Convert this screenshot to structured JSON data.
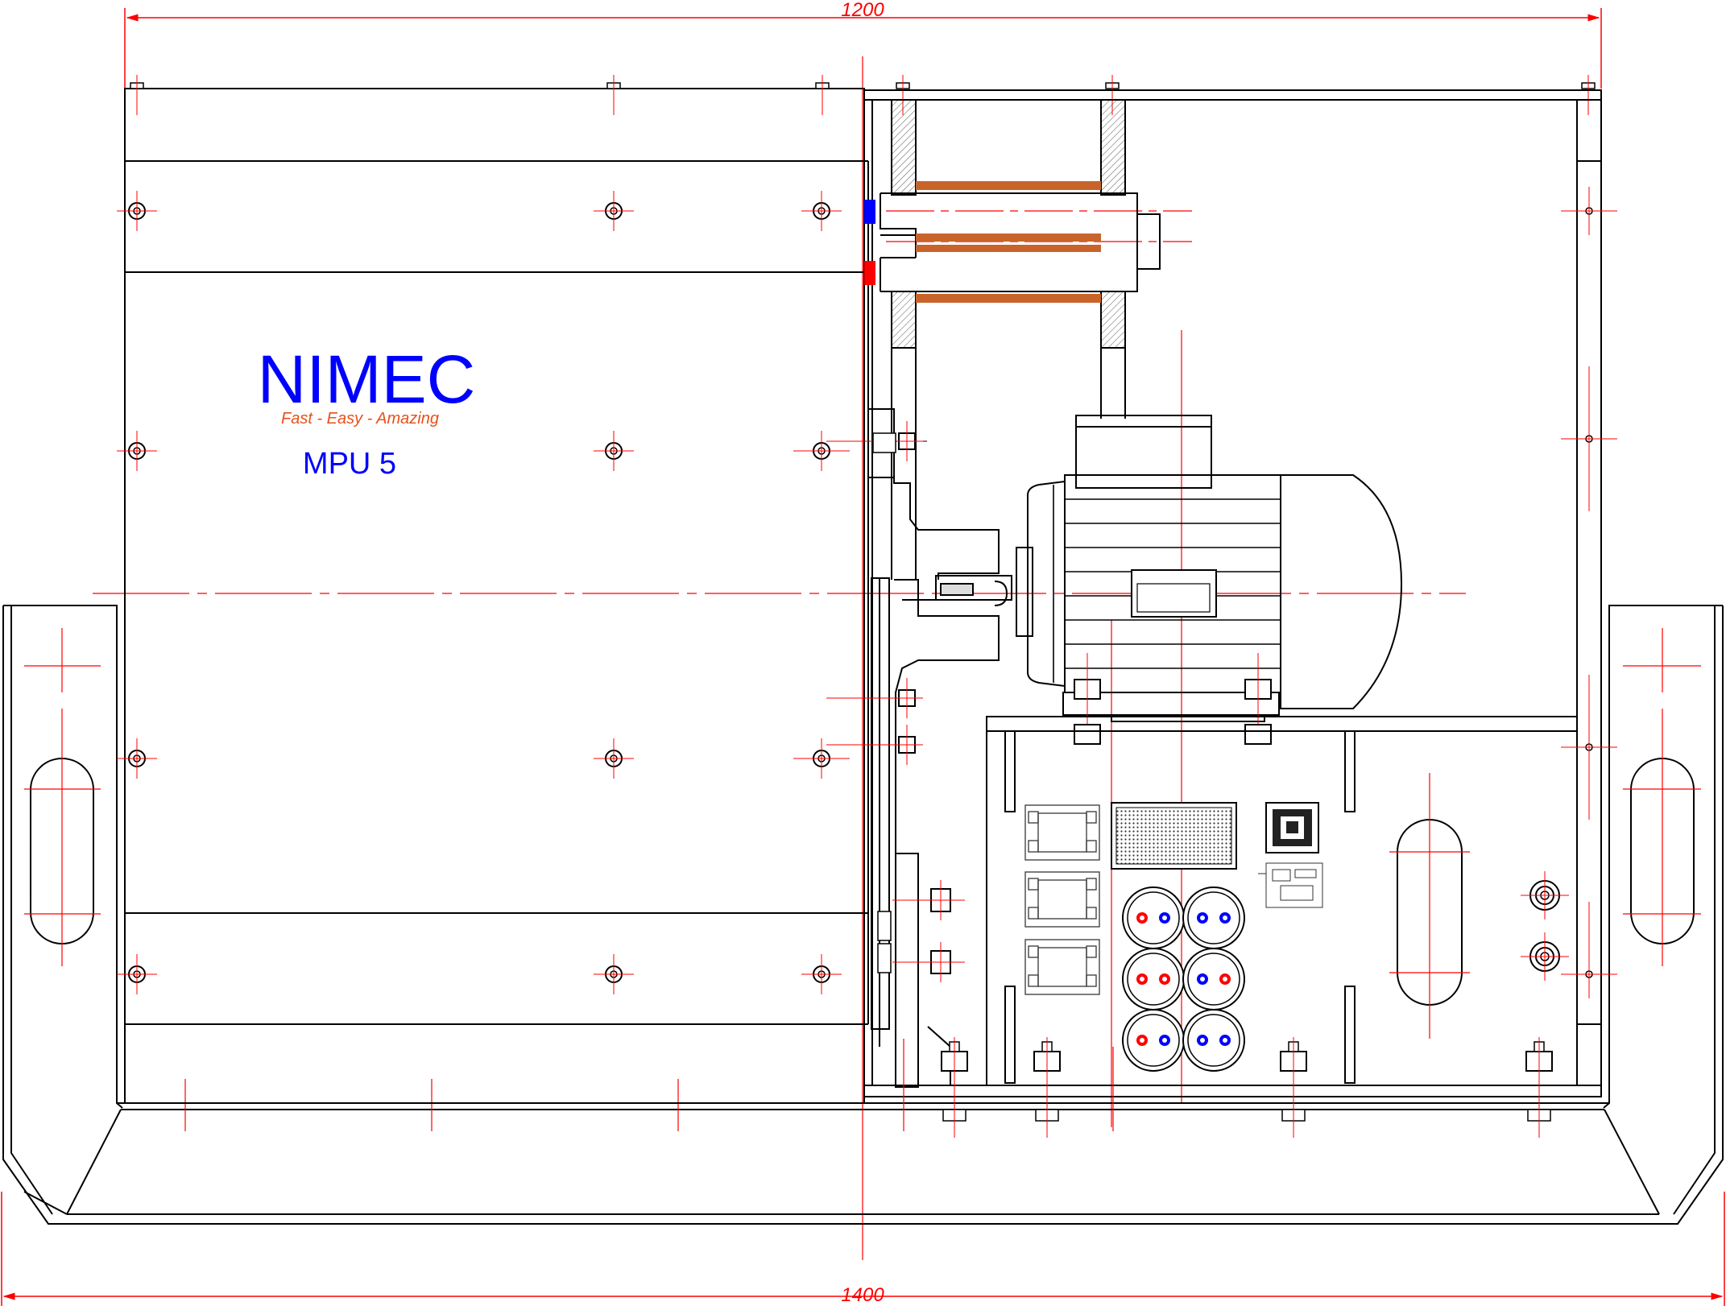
{
  "dimensions": {
    "top_width": "1200",
    "bottom_width": "1400"
  },
  "branding": {
    "company": "NIMEC",
    "tagline": "Fast - Easy - Amazing",
    "model": "MPU 5"
  },
  "colors": {
    "outline": "#000000",
    "centerline": "#ff0000",
    "brand_blue": "#0000ff",
    "tagline_orange": "#e8501a",
    "copper": "#c8642a",
    "terminal_red": "#ff0000",
    "terminal_blue": "#0000ff"
  }
}
